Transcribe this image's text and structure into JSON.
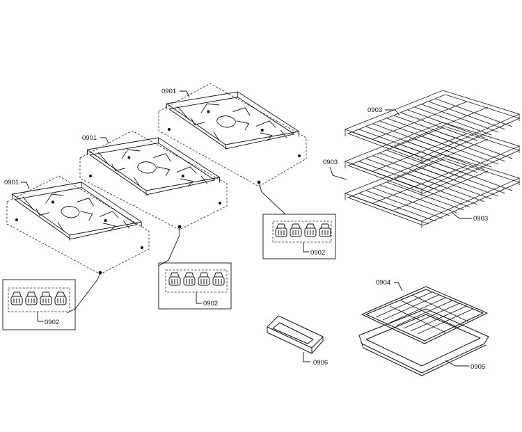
{
  "parts": {
    "grate_right": "0901",
    "grate_middle": "0901",
    "grate_left": "0901",
    "caps_left": "0902",
    "caps_middle": "0902",
    "caps_right": "0902",
    "rack_top": "0903",
    "rack_middle": "0903",
    "rack_bottom": "0903",
    "broil_insert": "0904",
    "broil_pan": "0905",
    "bracket": "0906"
  }
}
